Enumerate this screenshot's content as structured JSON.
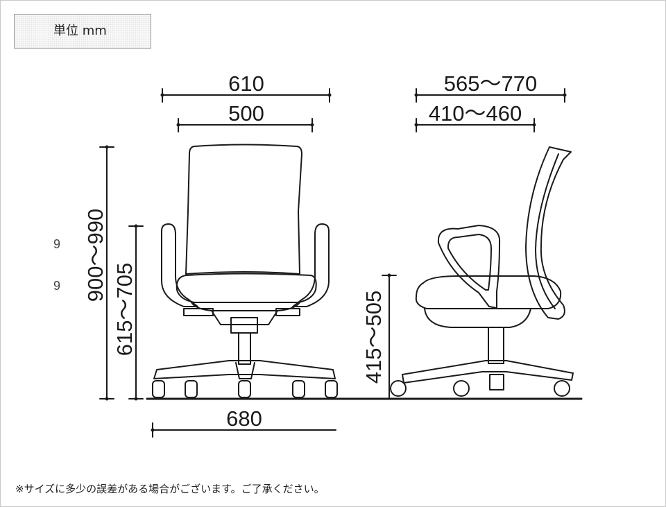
{
  "unit_label": "単位 mm",
  "note": "※サイズに多少の誤差がある場合がございます。ご了承ください。",
  "front_view": {
    "overall_width": "610",
    "seat_width": "500",
    "overall_height": "900～990",
    "armrest_height": "615～705",
    "base_width": "680"
  },
  "side_view": {
    "overall_depth": "565～770",
    "seat_depth": "410～460",
    "seat_height": "415～505"
  },
  "edge_fragments": [
    "9",
    "9"
  ]
}
